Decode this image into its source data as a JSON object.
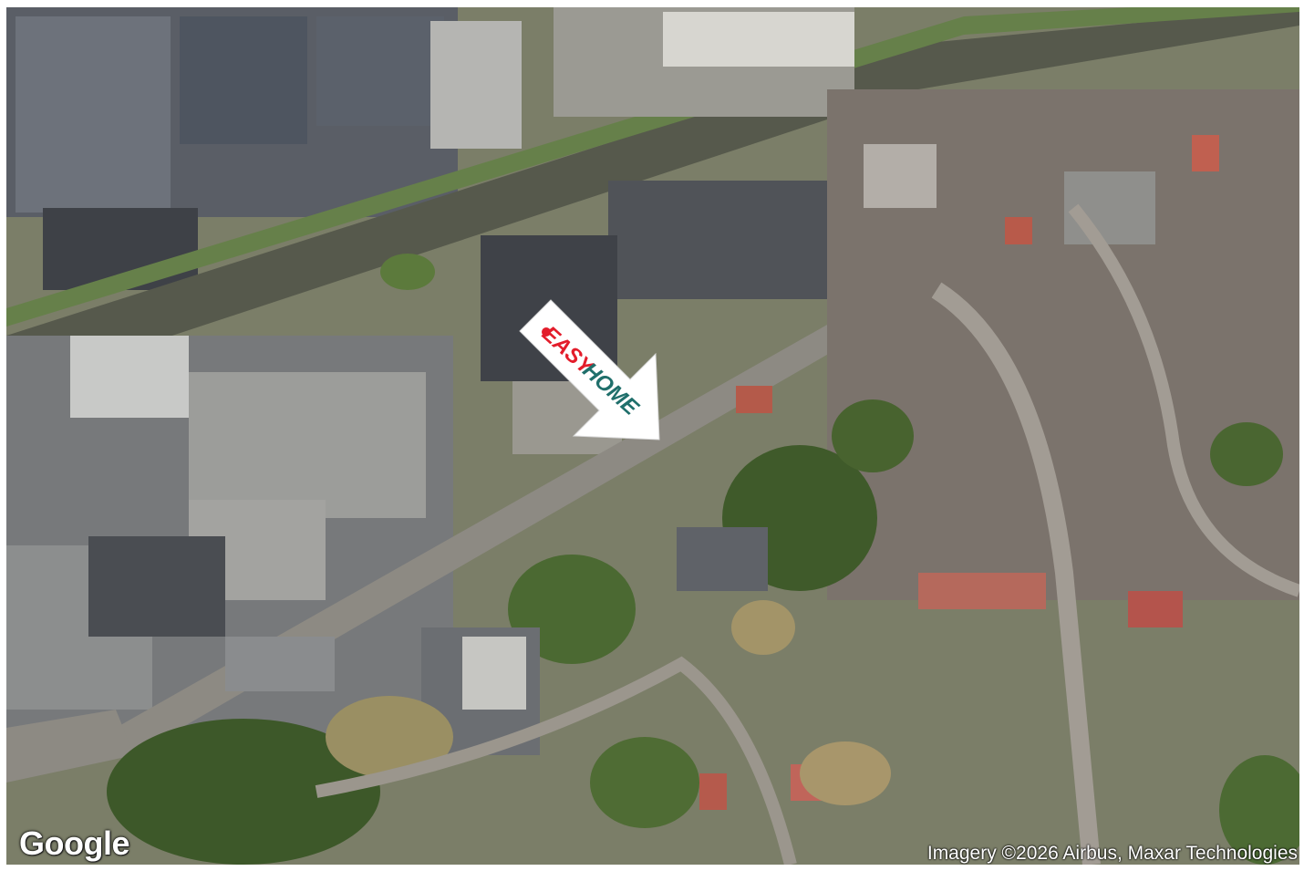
{
  "map": {
    "type": "satellite",
    "colors": {
      "vegetation": "#4f6b33",
      "roof_grey": "#7d7f80",
      "roof_red": "#b9544a",
      "road": "#8f8c86",
      "rail": "#5d5a4f"
    }
  },
  "marker": {
    "icon": "arrow-marker-icon",
    "brand_part1": "EASY",
    "brand_part2": "HOME",
    "brand_color_red": "#e31d2b",
    "brand_color_teal": "#1f6f6b"
  },
  "branding": {
    "logo_text": "Google",
    "attribution": "Imagery ©2026 Airbus, Maxar Technologies"
  }
}
